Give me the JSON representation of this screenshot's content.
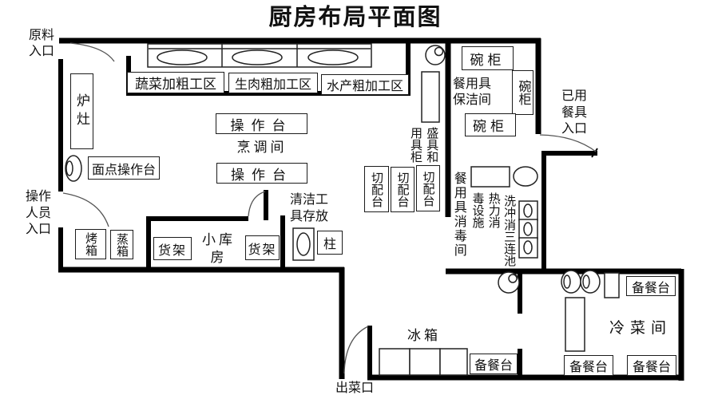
{
  "colors": {
    "wall": "#000000",
    "thin_line": "#222222",
    "arc": "#555555",
    "background": "#ffffff",
    "text": "#111111"
  },
  "title": "厨房布局平面图",
  "entrances": {
    "raw_material": "原料\n入口",
    "staff": "操作\n人员\n入口",
    "used_tableware": "已用\n餐具\n入口",
    "dish_out": "出菜口"
  },
  "rooms": {
    "cooking": "烹调间",
    "storeroom": "小库房",
    "cleaning": "餐用具\n保洁间",
    "disinfection": "餐用具消毒间",
    "cold_dish": "冷菜间"
  },
  "zones": {
    "vegetable": "蔬菜加粗工区",
    "meat": "生肉粗加工区",
    "aquatic": "水产粗加工区",
    "cleaning_tools": "清洁工\n具存放"
  },
  "equipment": {
    "stove": "炉灶",
    "pastry_table": "面点操作台",
    "worktable": "操作台",
    "oven": "烤箱",
    "steamer": "蒸箱",
    "shelf": "货架",
    "column": "柱",
    "cutting_table": "切配台",
    "utensil_cabinet": "盛具和用具柜",
    "dish_cabinet": "碗柜",
    "thermal_disinfection": "热力消毒设施",
    "triple_sink": "洗冲消三连池",
    "fridge": "冰箱",
    "serving_table": "备餐台"
  }
}
